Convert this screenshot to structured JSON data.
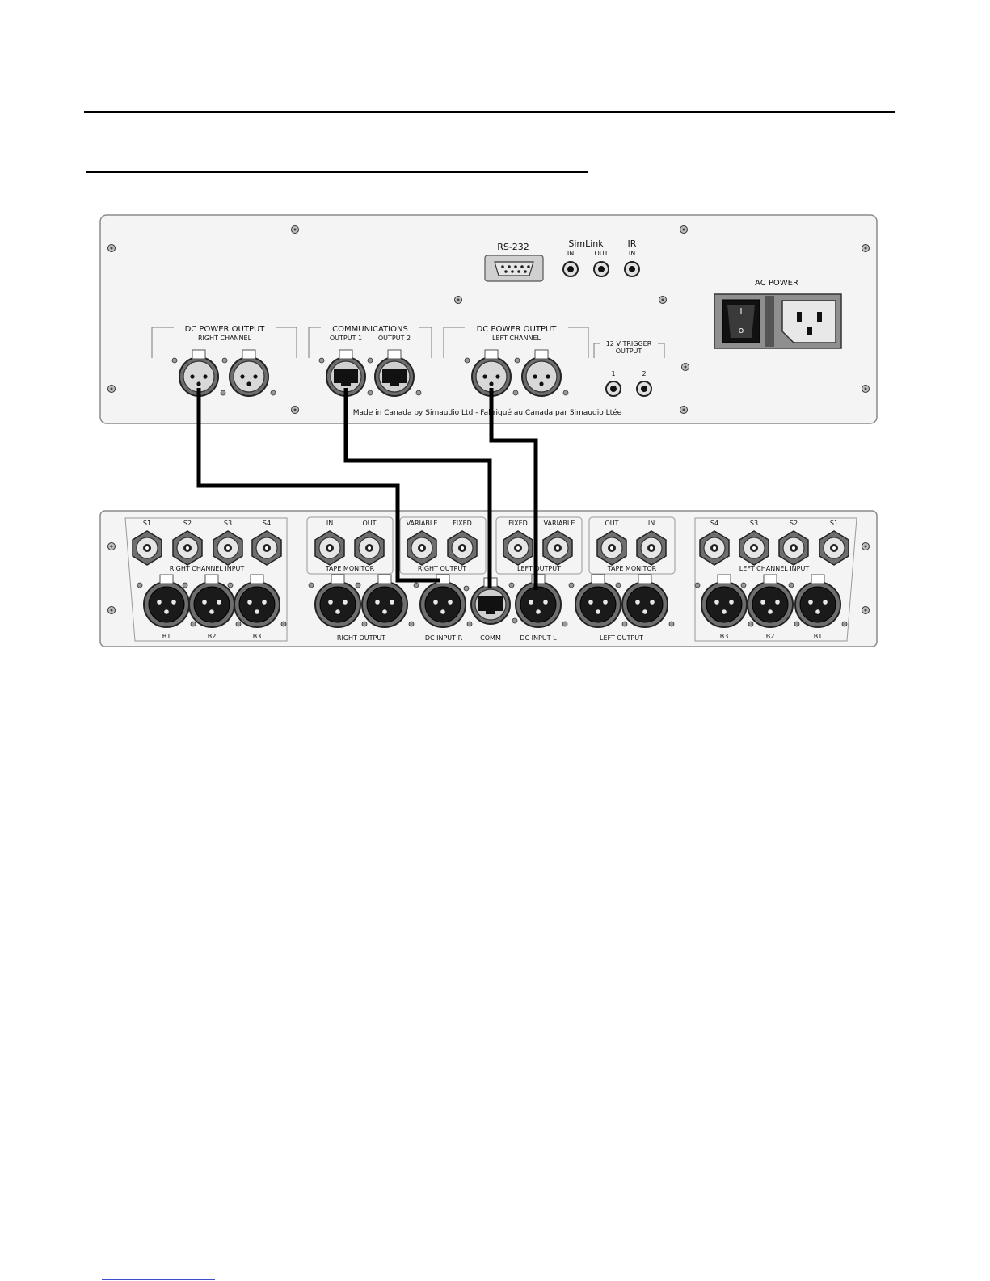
{
  "power_supply": {
    "labels": {
      "rs232": "RS-232",
      "simlink": "SimLink",
      "simlink_in": "IN",
      "simlink_out": "OUT",
      "ir": "IR",
      "ir_in": "IN",
      "ac_power": "AC POWER",
      "switch_on": "I",
      "switch_off": "o",
      "dc_right": "DC POWER OUTPUT",
      "dc_right_sub": "RIGHT CHANNEL",
      "comms": "COMMUNICATIONS",
      "comms_out1": "OUTPUT 1",
      "comms_out2": "OUTPUT 2",
      "dc_left": "DC POWER OUTPUT",
      "dc_left_sub": "LEFT CHANNEL",
      "trigger": "12 V TRIGGER",
      "trigger_sub": "OUTPUT",
      "trigger_1": "1",
      "trigger_2": "2",
      "made_in": "Made in Canada by Simaudio Ltd  -  Fabriqué au Canada par Simaudio Ltée"
    }
  },
  "preamp": {
    "labels": {
      "right_inputs": [
        "S1",
        "S2",
        "S3",
        "S4"
      ],
      "right_channel_input": "RIGHT CHANNEL INPUT",
      "right_balanced": [
        "B1",
        "B2",
        "B3"
      ],
      "tape_in": "IN",
      "tape_out": "OUT",
      "tape_monitor_r": "TAPE MONITOR",
      "variable_r": "VARIABLE",
      "fixed_r": "FIXED",
      "right_output_rca": "RIGHT OUTPUT",
      "fixed_l": "FIXED",
      "variable_l": "VARIABLE",
      "left_output_rca": "LEFT OUTPUT",
      "tape_out_l": "OUT",
      "tape_in_l": "IN",
      "tape_monitor_l": "TAPE MONITOR",
      "left_inputs": [
        "S4",
        "S3",
        "S2",
        "S1"
      ],
      "left_channel_input": "LEFT CHANNEL INPUT",
      "left_balanced": [
        "B3",
        "B2",
        "B1"
      ],
      "right_output_xlr": "RIGHT OUTPUT",
      "dc_input_r": "DC INPUT R",
      "comm": "COMM",
      "dc_input_l": "DC INPUT L",
      "left_output_xlr": "LEFT OUTPUT"
    }
  },
  "colors": {
    "panel": "#f4f4f4",
    "panel_stroke": "#8a8a8a",
    "connector": "#6e6e6e",
    "cable": "#000000"
  }
}
